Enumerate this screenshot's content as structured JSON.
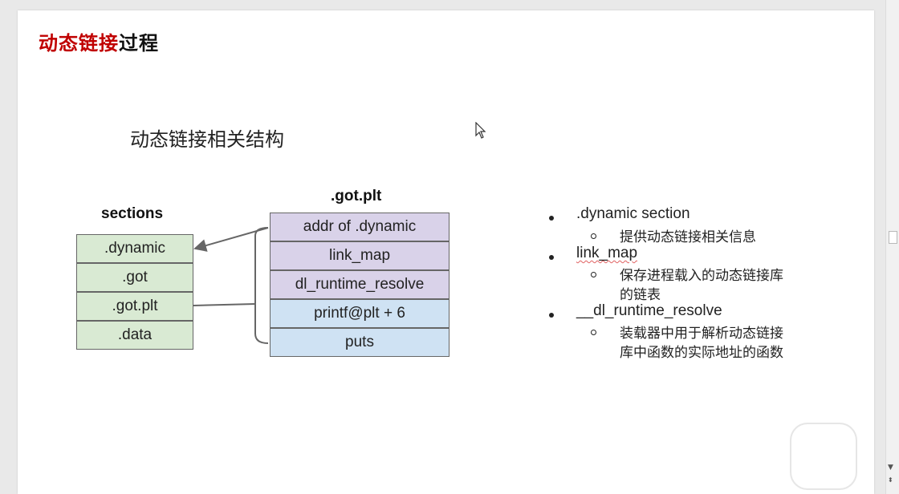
{
  "title": {
    "red_part": "动态链接",
    "black_part": "过程"
  },
  "subheading": "动态链接相关结构",
  "sections": {
    "title": "sections",
    "items": [
      ".dynamic",
      ".got",
      ".got.plt",
      ".data"
    ]
  },
  "got_plt": {
    "title": ".got.plt",
    "items": [
      "addr of .dynamic",
      "link_map",
      "dl_runtime_resolve",
      "printf@plt + 6",
      "puts"
    ]
  },
  "bullets": [
    {
      "text": ".dynamic section",
      "sub": [
        "提供动态链接相关信息"
      ]
    },
    {
      "text": "link_map",
      "sub": [
        "保存进程载入的动态链接库",
        "的链表"
      ]
    },
    {
      "text": "__dl_runtime_resolve",
      "sub": [
        "装载器中用于解析动态链接",
        "库中函数的实际地址的函数"
      ]
    }
  ],
  "colors": {
    "title_red": "#c00000",
    "sections_fill": "#d9ead3",
    "got_fill_top": "#d9d2e9",
    "got_fill_bottom": "#cfe2f3"
  },
  "icons": {
    "cursor": "mouse-pointer-icon",
    "player": "play-icon",
    "scroll_down": "chevron-down-icon"
  }
}
